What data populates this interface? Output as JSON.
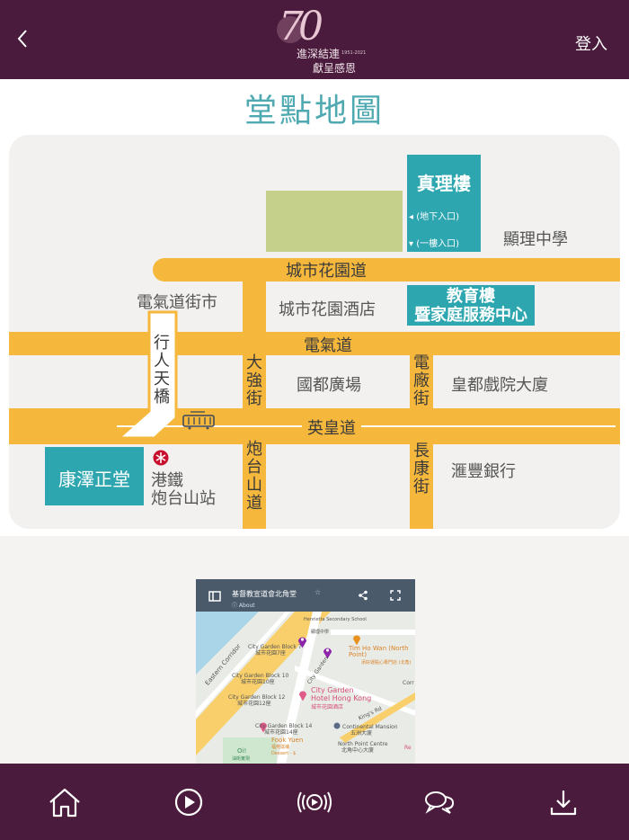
{
  "header": {
    "logo_number": "70",
    "logo_line1": "進深結連",
    "logo_year": "1951-2021",
    "logo_line2": "獻呈感恩",
    "login_label": "登入"
  },
  "page": {
    "title": "堂點地圖"
  },
  "map": {
    "roads": {
      "city_garden_road": "城市花園道",
      "electric_road": "電氣道",
      "kings_road": "英皇道",
      "tai_keung_street": "大強街",
      "power_street": "電廠街",
      "fortress_hill_road": "炮台山道",
      "tsat_long_street": "長康街",
      "footbridge": "行人天橋"
    },
    "places": {
      "electric_road_market": "電氣道街市",
      "city_garden_hotel": "城市花園酒店",
      "kingdom_plaza": "國都廣場",
      "state_theatre": "皇都戲院大廈",
      "hsbc": "滙豐銀行",
      "mtr_line1": "港鐵",
      "mtr_line2": "炮台山站",
      "school": "顯理中學"
    },
    "buildings": {
      "truth_building": "真理樓",
      "entrance_basement": "(地下入口)",
      "entrance_ground": "(一樓入口)",
      "education_line1": "教育樓",
      "education_line2": "暨家庭服務中心",
      "hong_chak_hall": "康澤正堂"
    },
    "colors": {
      "road": "#f6b83c",
      "teal": "#2ea6b0",
      "green": "#c5d18a"
    }
  },
  "embed": {
    "title": "基督教宣道會北角堂",
    "about": "About",
    "labels": {
      "henrietta": "Henrietta Secondary School",
      "henrietta_zh": "顯理中學",
      "eastern_corridor": "Eastern Corridor",
      "block7": "City Garden Block 7",
      "block7_zh": "城市花園7座",
      "block10": "City Garden Block 10",
      "block10_zh": "城市花園10座",
      "block12": "City Garden Block 12",
      "block12_zh": "城市花園12座",
      "block14": "City Garden Block 14",
      "block14_zh": "城市花園14座",
      "city_garden_rd": "City Garden",
      "timhowan": "Tim Ho Wan (North Point)",
      "timhowan_zh": "添好運點心專門店 (北角)",
      "hotel": "City Garden Hotel Hong Kong",
      "hotel_zh": "城市花園酒店",
      "kings_rd": "King's Rd",
      "continental": "Continental Mansion",
      "continental_zh": "五洲大廈",
      "fook_yuen": "Fook Yuen",
      "fook_yuen_zh": "福苑滋補",
      "dessert": "Dessert · $",
      "npc": "North Point Centre",
      "npc_zh": "北角中心大廈",
      "oi": "Oi!",
      "oi_zh": "油街實現",
      "corr": "Corr",
      "re": "Re"
    }
  },
  "nav": {
    "items": [
      {
        "name": "home-icon"
      },
      {
        "name": "play-icon"
      },
      {
        "name": "live-broadcast-icon"
      },
      {
        "name": "chat-icon"
      },
      {
        "name": "download-icon"
      }
    ]
  }
}
